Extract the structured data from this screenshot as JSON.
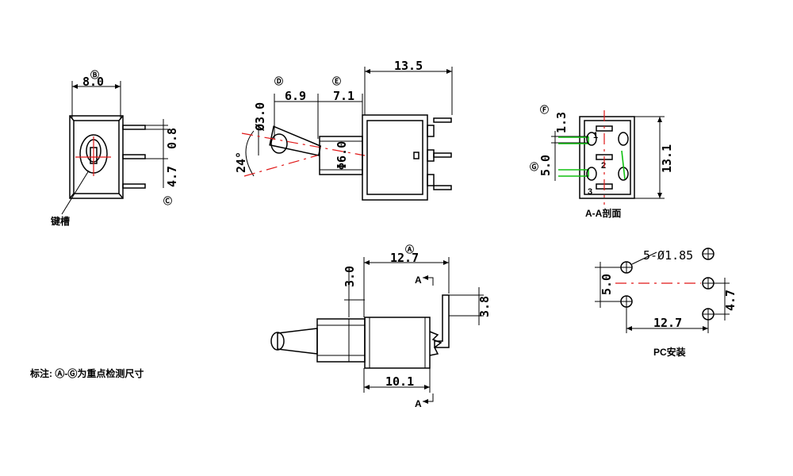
{
  "view_top_left": {
    "mark": "Ⓑ",
    "width_dim": "8.0",
    "pin_dim": "0.8",
    "pitch_dim": "4.7",
    "mark_c": "Ⓒ",
    "keyway_label": "键槽"
  },
  "view_side": {
    "mark_d": "Ⓓ",
    "mark_e": "Ⓔ",
    "overall_dim": "13.5",
    "lever_dim": "6.9",
    "bushing_dim": "7.1",
    "tip_dia": "Ø3.0",
    "bushing_dia": "Φ6.0",
    "angle": "24°"
  },
  "view_section": {
    "mark_f": "Ⓕ",
    "mark_g": "Ⓖ",
    "dim_f": "1.3",
    "dim_g": "5.0",
    "height_dim": "13.1",
    "pin1": "1",
    "pin2": "2",
    "pin3": "3",
    "caption": "A-A剖面"
  },
  "view_bottom": {
    "mark_a": "Ⓐ",
    "width_dim": "12.7",
    "lever_dim": "3.0",
    "pin_dim": "3.8",
    "body_dim": "10.1",
    "section_a_top": "A",
    "section_a_bottom": "A"
  },
  "pcb_layout": {
    "holes_label": "5-Ø1.85",
    "pitch_v": "5.0",
    "offset_dim": "4.7",
    "pitch_h": "12.7",
    "caption": "PC安装"
  },
  "note": "标注: Ⓐ-Ⓖ为重点检测尺寸",
  "colors": {
    "centerline": "#e01818",
    "highlight": "#10c010",
    "line": "#000000"
  }
}
